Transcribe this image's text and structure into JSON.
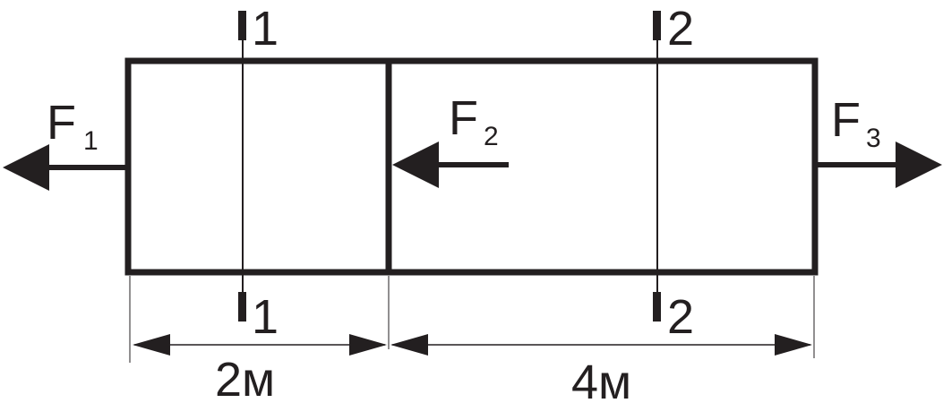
{
  "colors": {
    "stroke": "#231f20",
    "background": "#ffffff"
  },
  "forces": {
    "f1": {
      "letter": "F",
      "index": "1"
    },
    "f2": {
      "letter": "F",
      "index": "2"
    },
    "f3": {
      "letter": "F",
      "index": "3"
    }
  },
  "sections": {
    "s1_top": "1",
    "s1_bottom": "1",
    "s2_top": "2",
    "s2_bottom": "2"
  },
  "dimensions": {
    "left": "2м",
    "right": "4м"
  }
}
